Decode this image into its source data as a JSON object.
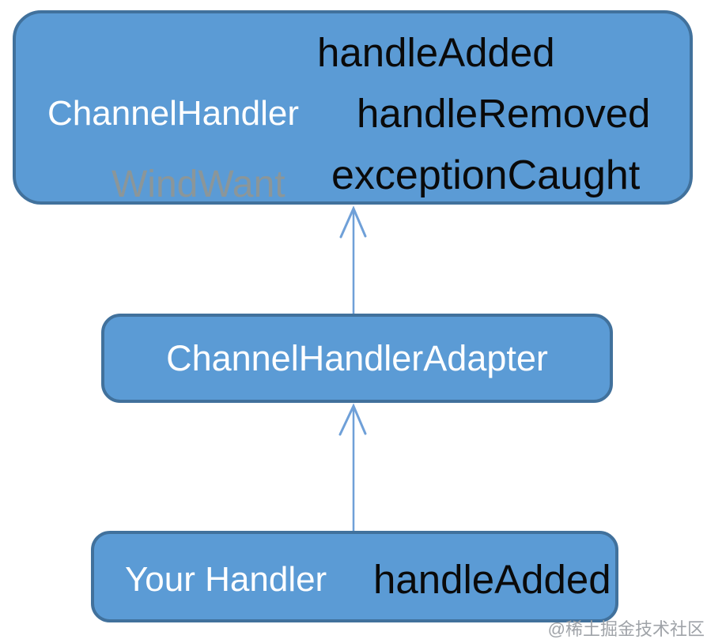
{
  "diagram": {
    "type": "class-inheritance",
    "nodes": [
      {
        "id": "channel-handler",
        "label": "ChannelHandler",
        "methods": [
          "handleAdded",
          "handleRemoved",
          "exceptionCaught"
        ],
        "watermark": "WindWant"
      },
      {
        "id": "channel-handler-adapter",
        "label": "ChannelHandlerAdapter",
        "methods": []
      },
      {
        "id": "your-handler",
        "label": "Your Handler",
        "methods": [
          "handleAdded"
        ]
      }
    ],
    "edges": [
      {
        "from": "channel-handler-adapter",
        "to": "channel-handler",
        "style": "open-arrow-up"
      },
      {
        "from": "your-handler",
        "to": "channel-handler-adapter",
        "style": "open-arrow-up"
      }
    ],
    "colors": {
      "node_fill": "#5B9BD5",
      "node_border": "#41719C",
      "arrow": "#6FA0D8",
      "class_text": "#FFFFFF",
      "method_text": "#0A0A0A",
      "watermark_text": "#94968F",
      "footer_watermark_text": "#9FA3A8",
      "background": "#FFFFFF"
    },
    "footer_watermark": "@稀土掘金技术社区"
  }
}
